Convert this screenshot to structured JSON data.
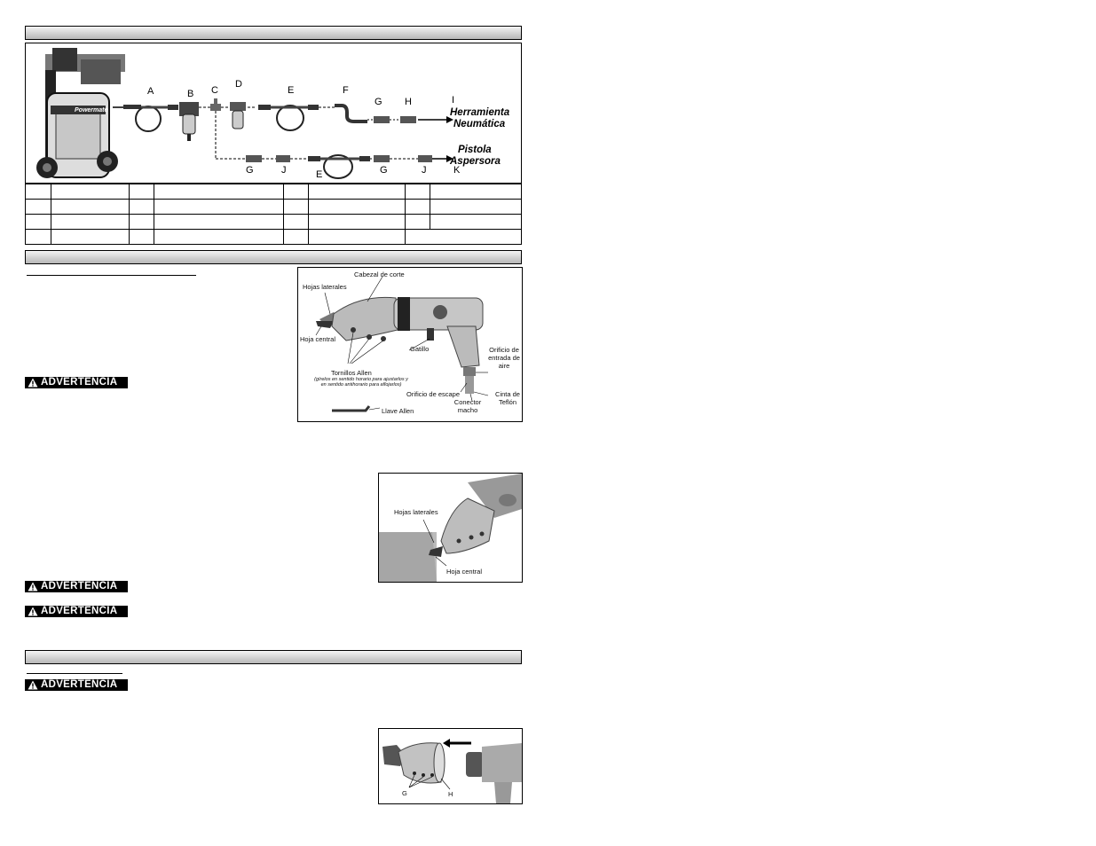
{
  "diagram": {
    "letters_top": [
      "A",
      "B",
      "C",
      "D",
      "E",
      "F",
      "G",
      "H",
      "I"
    ],
    "letters_bottom": [
      "G",
      "J",
      "E",
      "G",
      "J",
      "K"
    ],
    "label_tool_line1": "Herramienta",
    "label_tool_line2": "Neumática",
    "label_spray_line1": "Pistola",
    "label_spray_line2": "Aspersora",
    "compressor_brand": "Powermate"
  },
  "parts_table": {
    "rows": 4,
    "cols": 8
  },
  "shear_figure": {
    "cutting_head": "Cabezal de corte",
    "side_blades": "Hojas laterales",
    "center_blade": "Hoja central",
    "trigger": "Gatillo",
    "allen_screws": "Tornillos Allen",
    "allen_note": "(gírelos en sentido horario para ajustarlos y en sentido antihorario para aflojarlos)",
    "allen_key": "Llave Allen",
    "air_inlet": "Orificio de entrada de aire",
    "exhaust": "Orificio de escape",
    "teflon_tape": "Cinta de Teflón",
    "male_connector": "Conector macho"
  },
  "cut_figure": {
    "side_blades": "Hojas laterales",
    "center_blade": "Hoja central"
  },
  "head_figure": {
    "label_g": "G",
    "label_h": "H"
  },
  "warnings": {
    "label": "ADVERTENCIA"
  }
}
